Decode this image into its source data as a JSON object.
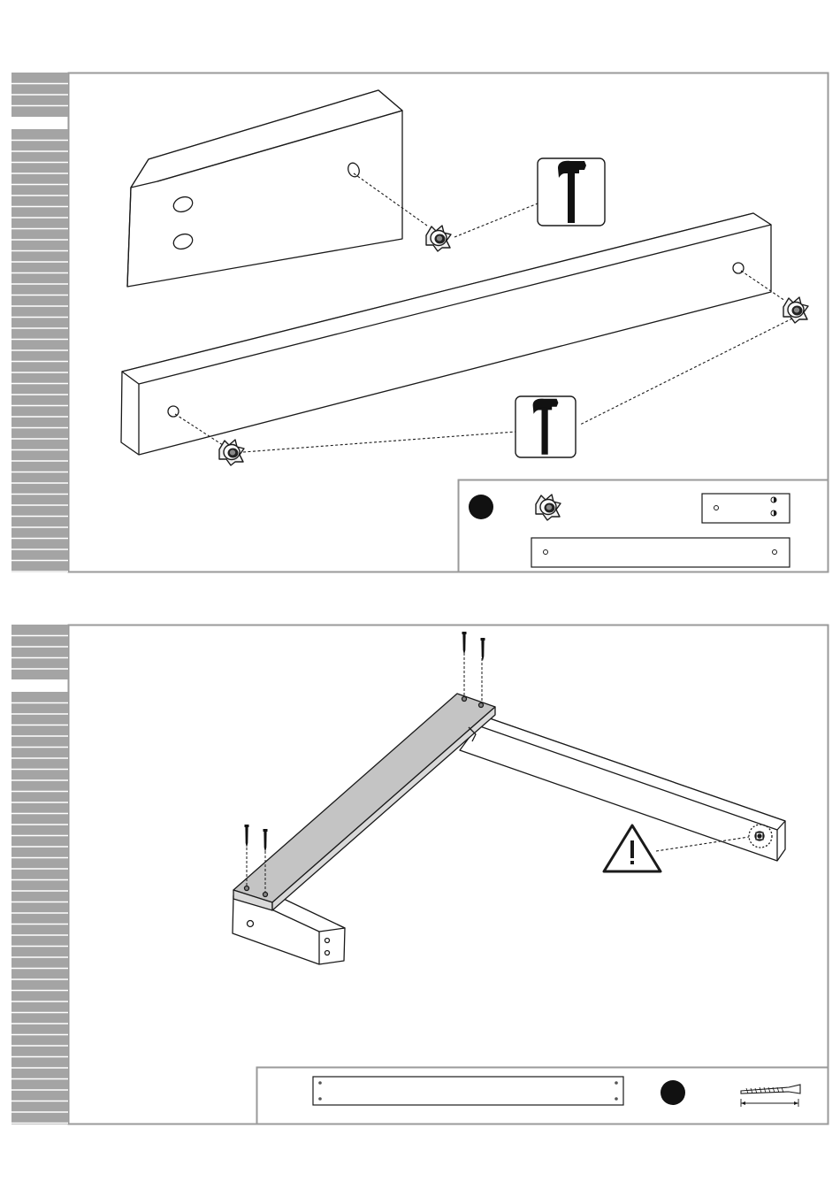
{
  "document": {
    "type": "assembly-instructions",
    "colors": {
      "panel_border": "#9a9a9a",
      "stripe": "#a4a4a4",
      "stripe_gap": "#ffffff",
      "line": "#1a1a1a",
      "highlight_board": "#c4c4c4",
      "badge": "#111111"
    }
  },
  "steps": [
    {
      "id": "step-a",
      "parts_box": {
        "hardware_icon": "tee-nut-icon",
        "tool_icon": "hammer-icon",
        "boards": [
          "short-board-icon",
          "long-board-icon"
        ]
      }
    },
    {
      "id": "step-b",
      "parts_box": {
        "hardware_icon": "wood-screw-icon",
        "warning_icon": "warning-triangle-icon",
        "boards": [
          "long-board-four-holes-icon"
        ]
      }
    }
  ]
}
